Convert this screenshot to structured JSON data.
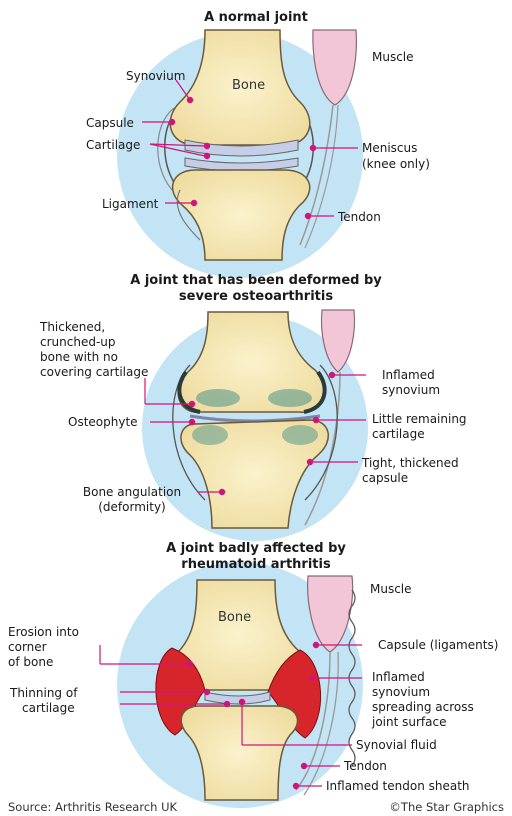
{
  "panel1": {
    "title": "A normal joint",
    "bone": "Bone",
    "labels": {
      "synovium": "Synovium",
      "capsule": "Capsule",
      "cartilage": "Cartilage",
      "ligament": "Ligament",
      "muscle": "Muscle",
      "meniscus_1": "Meniscus",
      "meniscus_2": "(knee only)",
      "tendon": "Tendon"
    }
  },
  "panel2": {
    "title_1": "A joint that has been deformed by",
    "title_2": "severe osteoarthritis",
    "labels": {
      "thickened_1": "Thickened,",
      "thickened_2": "crunched-up",
      "thickened_3": "bone with no",
      "thickened_4": "covering cartilage",
      "osteophyte": "Osteophyte",
      "angulation_1": "Bone angulation",
      "angulation_2": "(deformity)",
      "inflamed_1": "Inflamed",
      "inflamed_2": "synovium",
      "little_1": "Little remaining",
      "little_2": "cartilage",
      "tight_1": "Tight, thickened",
      "tight_2": "capsule"
    }
  },
  "panel3": {
    "title_1": "A joint badly affected by",
    "title_2": "rheumatoid arthritis",
    "bone": "Bone",
    "labels": {
      "muscle": "Muscle",
      "erosion_1": "Erosion into",
      "erosion_2": "corner",
      "erosion_3": "of bone",
      "thinning_1": "Thinning of",
      "thinning_2": "cartilage",
      "capsule": "Capsule (ligaments)",
      "infl_syn_1": "Inflamed",
      "infl_syn_2": "synovium",
      "infl_syn_3": "spreading across",
      "infl_syn_4": "joint surface",
      "synovial_fluid": "Synovial fluid",
      "tendon": "Tendon",
      "tendon_sheath": "Inflamed tendon sheath"
    }
  },
  "footer": {
    "source": "Source: Arthritis Research UK",
    "credit": "©The Star Graphics"
  },
  "colors": {
    "halo": "#bfe3f5",
    "bone": "#f6e9b8",
    "cartilage": "#c9cfe6",
    "muscle": "#f2c9d8",
    "marker": "#d0147a",
    "inflamed": "#d8262b",
    "osteo": "#4f8f86"
  }
}
